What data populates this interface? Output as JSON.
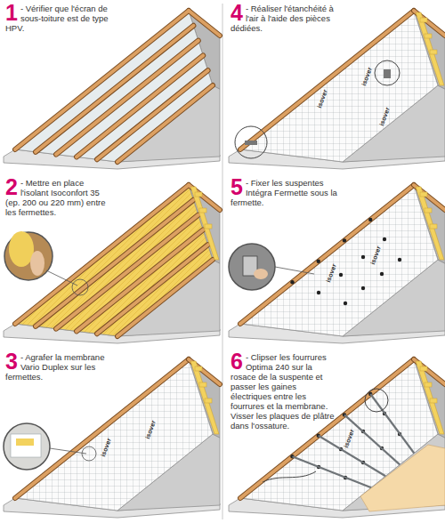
{
  "diagram": {
    "labels": [
      "1",
      "- Vérifier que l'écran de sous-toiture est de type HPV.",
      "2",
      "- Mettre en place l'isolant Isoconfort 35 (ep. 200 ou 220 mm) entre les fermettes.",
      "3",
      "- Agrafer la membrane Vario Duplex sur les fermettes.",
      "4",
      "- Réaliser l'étanchéité à l'air à l'aide des pièces dédiées.",
      "5",
      "- Fixer les suspentes Intégra Fermette sous la fermette.",
      "6",
      "- Clipser les fourrures Optima 240 sur la rosace de la suspente et passer les gaines électriques entre les fourrures et la membrane. Visser les plaques de plâtre dans l'ossature.",
      "isover",
      "isover",
      "isover",
      "isover",
      "isover",
      "isover",
      "isover",
      "isover"
    ]
  }
}
